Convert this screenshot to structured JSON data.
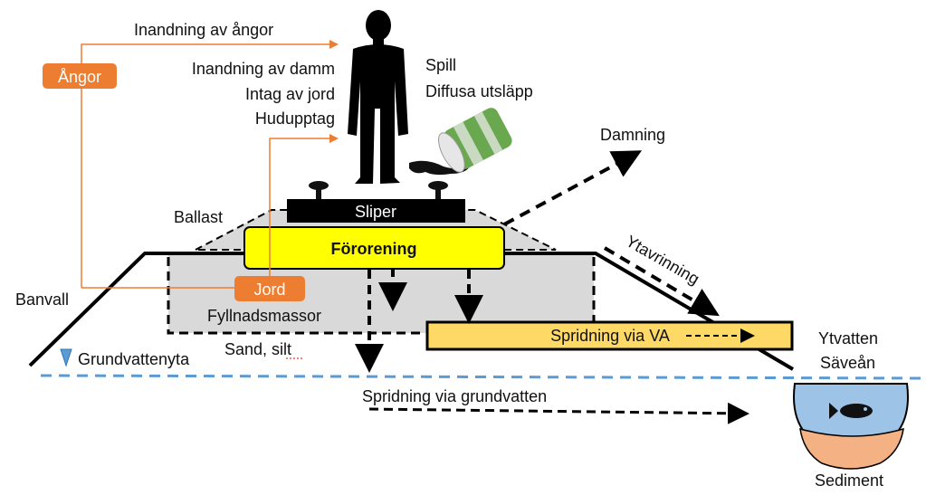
{
  "labels": {
    "inandning_angor": "Inandning av ångor",
    "inandning_damm": "Inandning av damm",
    "intag_jord": "Intag av jord",
    "hudupptag": "Hudupptag",
    "spill": "Spill",
    "diffusa": "Diffusa utsläpp",
    "damning": "Damning",
    "ballast": "Ballast",
    "sliper": "Sliper",
    "fororening": "Förorening",
    "ytavrinning": "Ytavrinning",
    "banvall": "Banvall",
    "fyllnadsmassor": "Fyllnadsmassor",
    "sand_silt": "Sand, silt",
    "spridning_va": "Spridning via VA",
    "grundvattenyta": "Grundvattenyta",
    "ytvatten": "Ytvatten",
    "saevean": "Säveån",
    "spridning_grundvatten": "Spridning via grundvatten",
    "sediment": "Sediment",
    "angor": "Ångor",
    "jord": "Jord"
  },
  "colors": {
    "orange": "#ed7d31",
    "yellow_box": "#ffff00",
    "va_box": "#ffd966",
    "water_line": "#5b9bd5",
    "water_fill": "#9dc3e6",
    "sediment_fill": "#f4b183",
    "gray_fill": "#d9d9d9",
    "black": "#000000"
  },
  "icons": {
    "person": "person-silhouette-icon",
    "barrel": "barrel-icon",
    "fish": "fish-icon"
  }
}
